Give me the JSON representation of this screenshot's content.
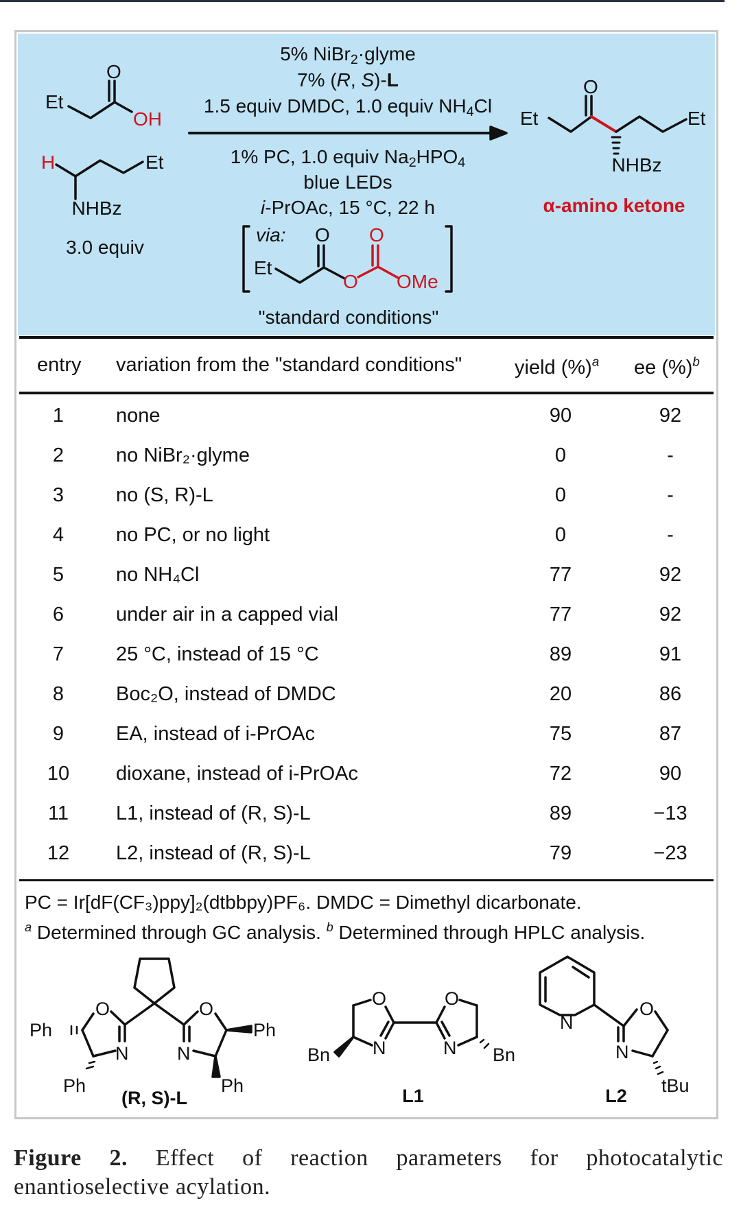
{
  "scheme": {
    "acid": {
      "et": "Et",
      "o": "O",
      "oh": "OH"
    },
    "amine": {
      "h": "H",
      "et": "Et",
      "nhbz": "NHBz",
      "equiv": "3.0 equiv"
    },
    "conditions_above": {
      "line1_pre": "5% NiBr",
      "line1_sub": "2",
      "line1_post": "·glyme",
      "line2_pre": "7% (",
      "line2_r": "R",
      "line2_mid": ", ",
      "line2_s": "S",
      "line2_post": ")-",
      "line2_l": "L",
      "line3_pre": "1.5 equiv DMDC, 1.0 equiv NH",
      "line3_sub": "4",
      "line3_post": "Cl"
    },
    "conditions_below": {
      "line1_pre": "1% PC, 1.0 equiv Na",
      "line1_sub": "2",
      "line1_mid": "HPO",
      "line1_sub2": "4",
      "line2": "blue LEDs",
      "line3_i": "i",
      "line3_post": "-PrOAc, 15 °C, 22 h"
    },
    "intermediate": {
      "via": "via:",
      "et": "Et",
      "o1": "O",
      "o2": "O",
      "o3": "O",
      "ome": "OMe"
    },
    "standard_label": "\"standard conditions\"",
    "product": {
      "et_left": "Et",
      "o": "O",
      "et_right": "Et",
      "nhbz": "NHBz",
      "label": "α-amino ketone"
    }
  },
  "colors": {
    "accent_red": "#d0141e",
    "panel_blue": "#bfe3f5"
  },
  "table": {
    "headers": {
      "entry": "entry",
      "variation": "variation from the \"standard conditions\"",
      "yield": "yield (%)",
      "yield_note": "a",
      "ee": "ee (%)",
      "ee_note": "b"
    },
    "rows": [
      {
        "entry": "1",
        "variation": "none",
        "yield": "90",
        "ee": "92"
      },
      {
        "entry": "2",
        "variation": "no NiBr₂·glyme",
        "yield": "0",
        "ee": "-"
      },
      {
        "entry": "3",
        "variation": "no (S, R)-L",
        "yield": "0",
        "ee": "-"
      },
      {
        "entry": "4",
        "variation": "no PC, or no light",
        "yield": "0",
        "ee": "-"
      },
      {
        "entry": "5",
        "variation": "no NH₄Cl",
        "yield": "77",
        "ee": "92"
      },
      {
        "entry": "6",
        "variation": "under air in a capped vial",
        "yield": "77",
        "ee": "92"
      },
      {
        "entry": "7",
        "variation": "25 °C, instead of 15 °C",
        "yield": "89",
        "ee": "91"
      },
      {
        "entry": "8",
        "variation": "Boc₂O, instead of DMDC",
        "yield": "20",
        "ee": "86"
      },
      {
        "entry": "9",
        "variation": "EA, instead of i-PrOAc",
        "yield": "75",
        "ee": "87"
      },
      {
        "entry": "10",
        "variation": "dioxane, instead of i-PrOAc",
        "yield": "72",
        "ee": "90"
      },
      {
        "entry": "11",
        "variation": "L1, instead of (R, S)-L",
        "yield": "89",
        "ee": "−13"
      },
      {
        "entry": "12",
        "variation": "L2, instead of (R, S)-L",
        "yield": "79",
        "ee": "−23"
      }
    ]
  },
  "footnotes": {
    "line1": "PC = Ir[dF(CF₃)ppy]₂(dtbbpy)PF₆.  DMDC = Dimethyl dicarbonate.",
    "a_mark": "a",
    "a_text": " Determined through GC analysis. ",
    "b_mark": "b",
    "b_text": " Determined through HPLC analysis."
  },
  "ligands": {
    "rsl": {
      "o": "O",
      "n": "N",
      "ph": "Ph",
      "label": "(R, S)-L"
    },
    "l1": {
      "o": "O",
      "n": "N",
      "bn": "Bn",
      "label": "L1"
    },
    "l2": {
      "o": "O",
      "n": "N",
      "tbu": "tBu",
      "label": "L2"
    }
  },
  "caption": {
    "figure": "Figure 2.",
    "line1": "Effect of reaction parameters for photocatalytic",
    "line2": "enantioselective acylation."
  }
}
